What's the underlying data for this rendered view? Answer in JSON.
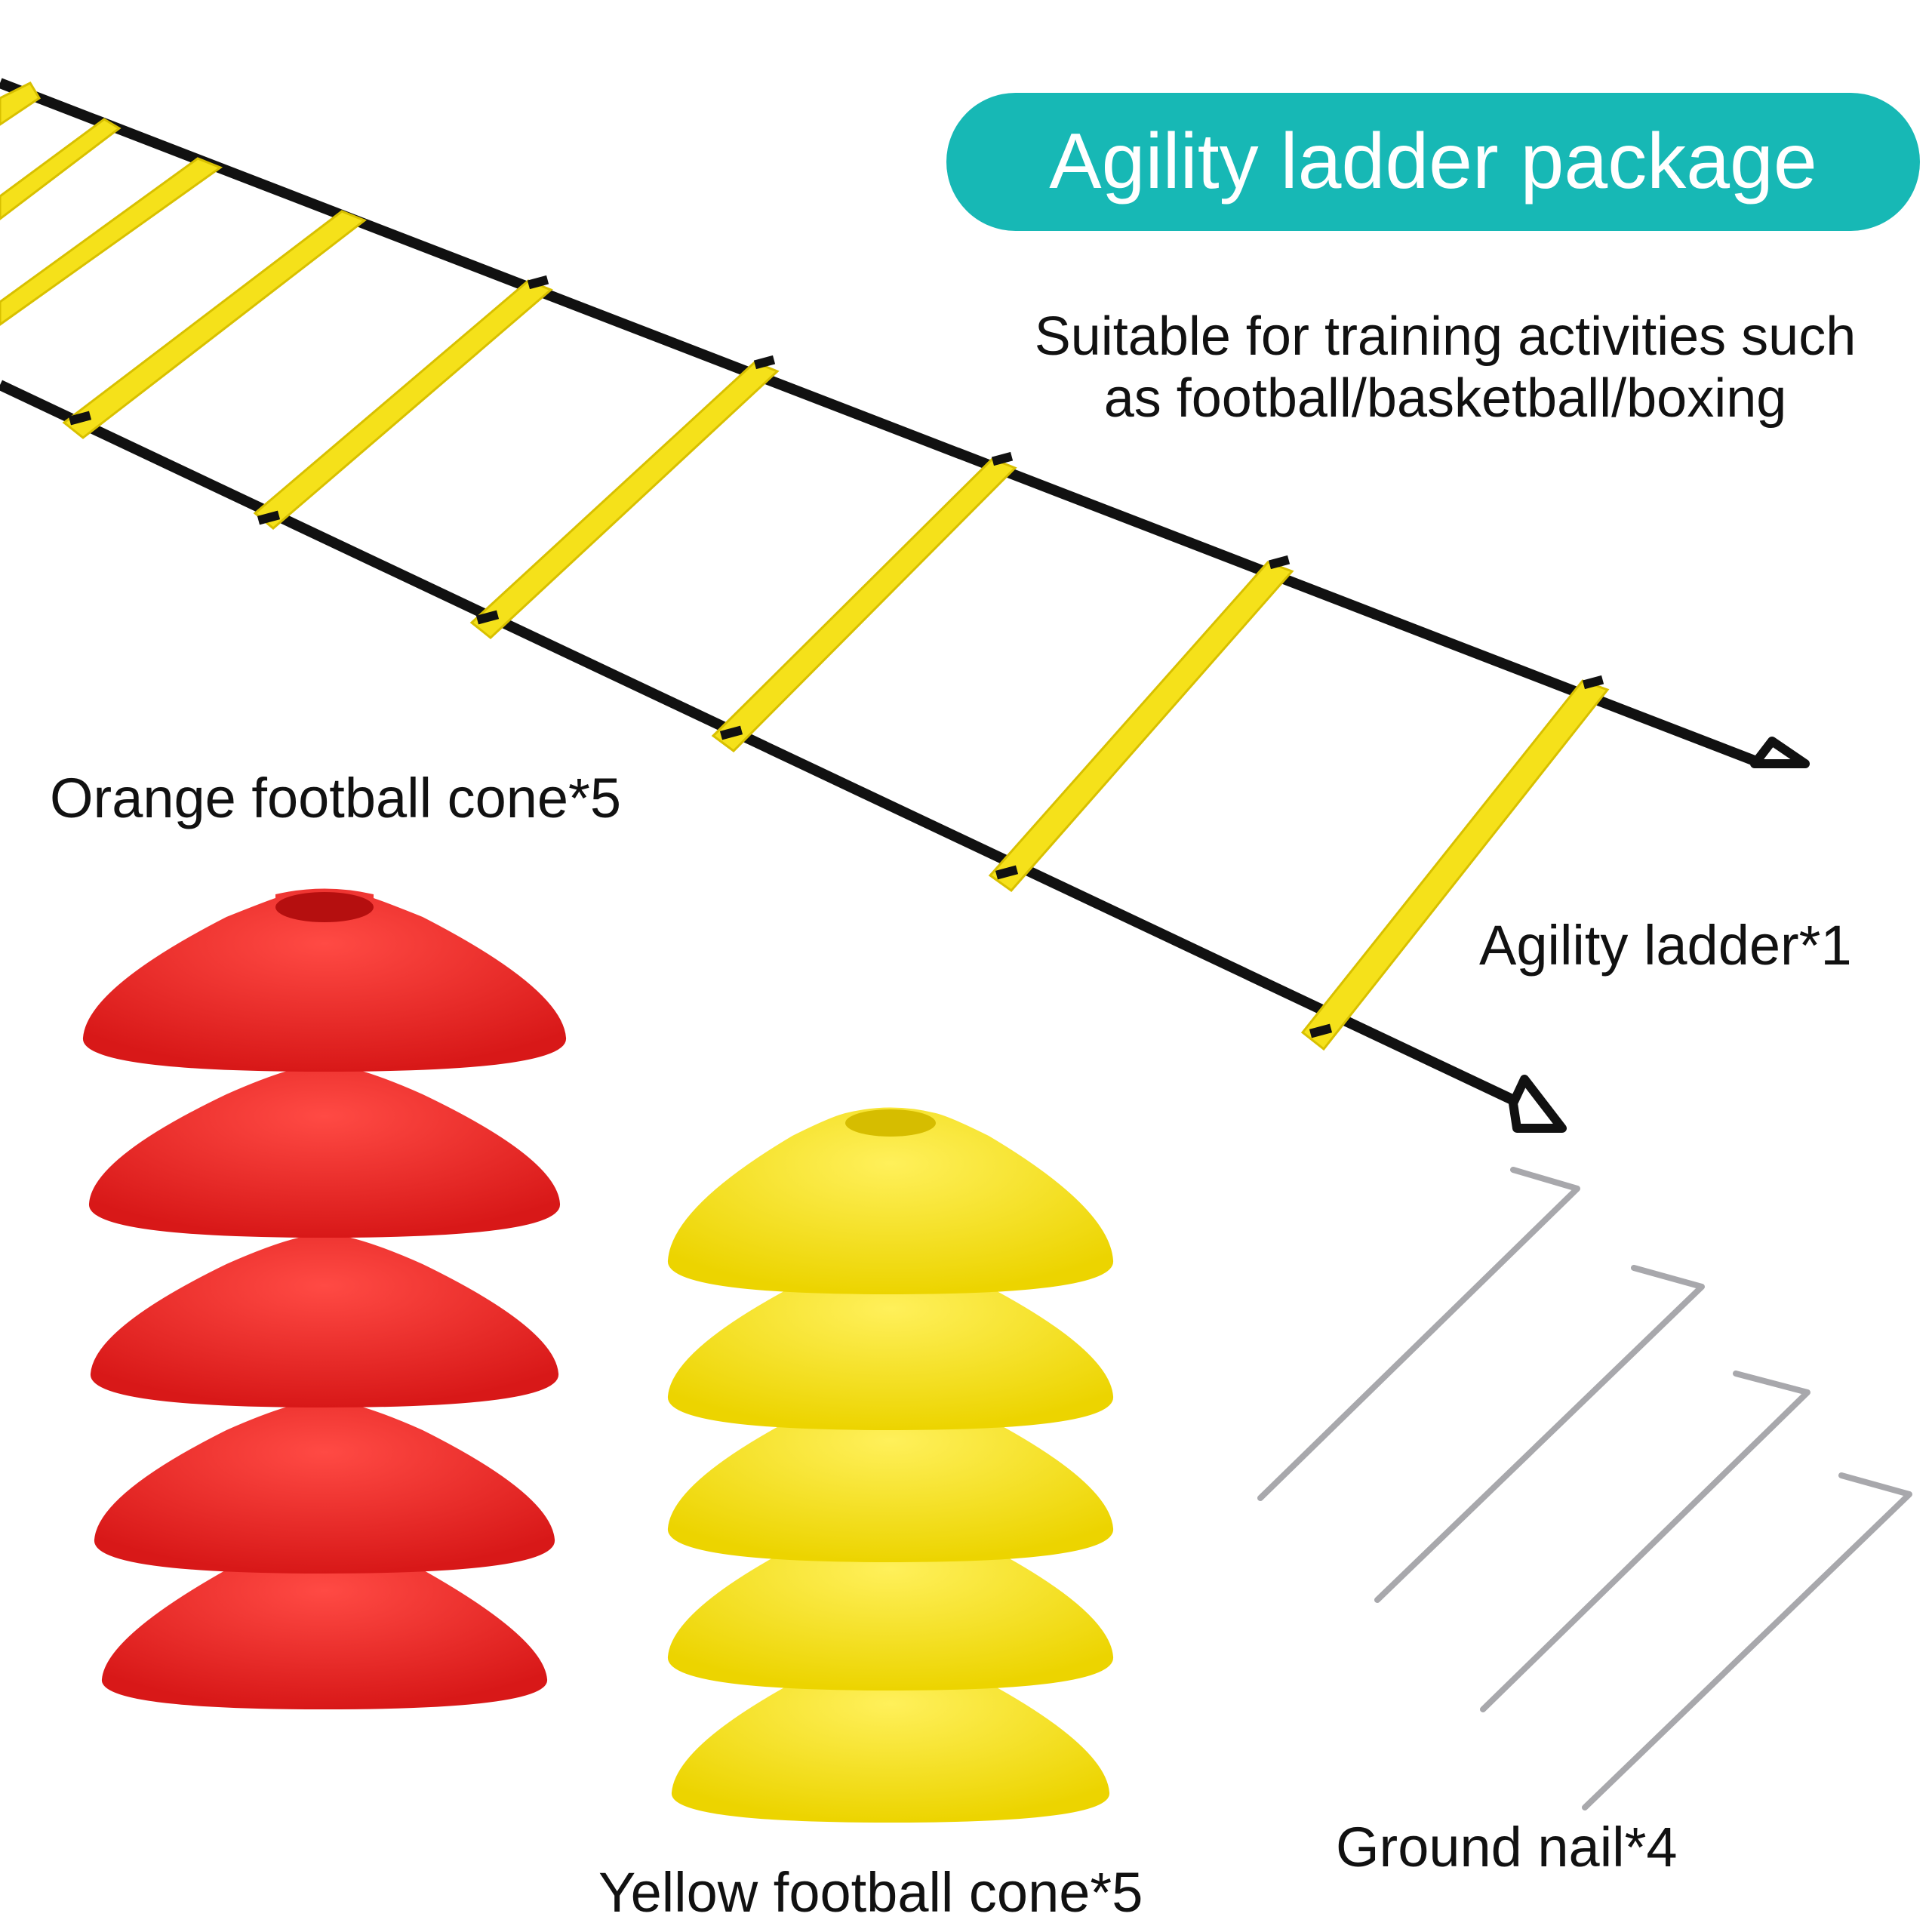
{
  "header": {
    "title": "Agility ladder package"
  },
  "description": {
    "line1": "Suitable for training activities such",
    "line2": "as football/basketball/boxing"
  },
  "labels": {
    "orange_cones": "Orange football cone*5",
    "agility_ladder": "Agility ladder*1",
    "yellow_cones": "Yellow football cone*5",
    "ground_nails": "Ground nail*4"
  },
  "colors": {
    "accent": "#17b8b5",
    "ladder_rung": "#f5e11a",
    "ladder_strap": "#111111",
    "orange_cone": "#ee2a2a",
    "yellow_cone": "#f7e518",
    "nail": "#a8a8ac"
  },
  "icons": [
    "agility-ladder-icon",
    "orange-cone-stack-icon",
    "yellow-cone-stack-icon",
    "ground-nail-icon"
  ]
}
